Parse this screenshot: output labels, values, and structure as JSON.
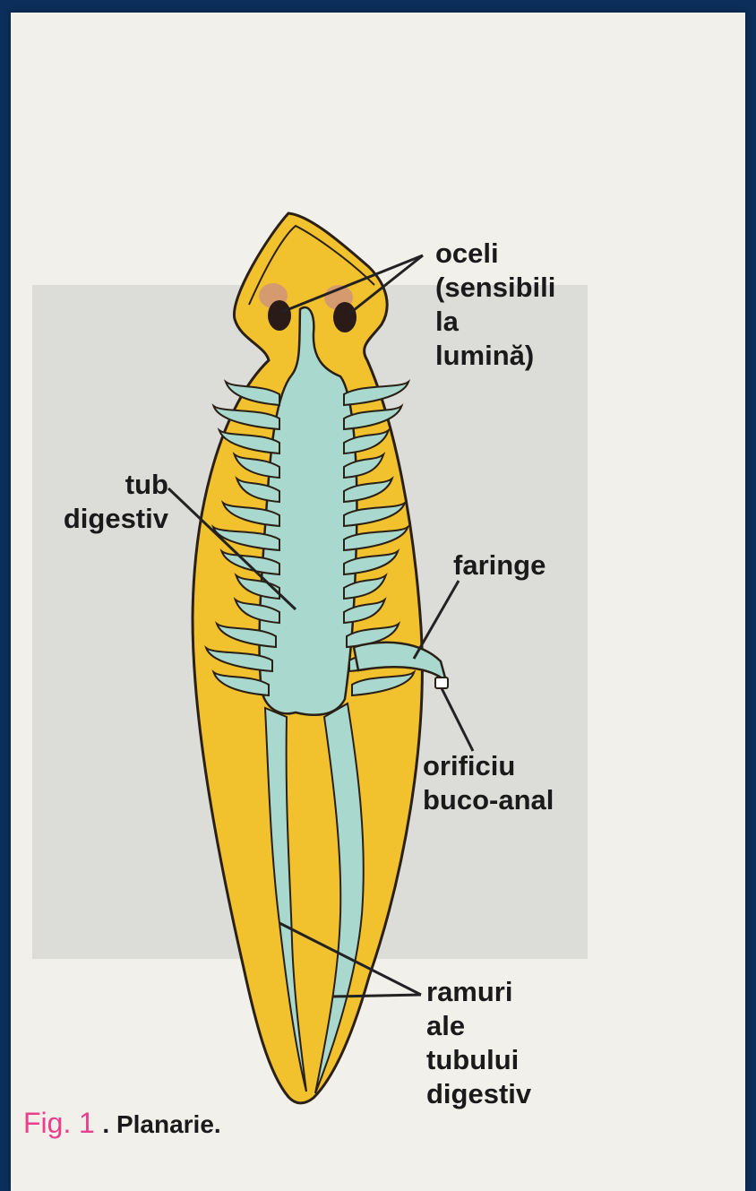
{
  "labels": {
    "oceli": "oceli\n(sensibili\nla\nlumină)",
    "tub": "tub\ndigestiv",
    "faringe": "faringe",
    "orificiu": "orificiu\nbuco-anal",
    "ramuri": "ramuri\nale\ntubului\ndigestiv"
  },
  "caption": {
    "fig": "Fig.",
    "num": "1",
    "title": ". Planarie."
  },
  "colors": {
    "body": "#f2c12e",
    "gut": "#a9d8cf",
    "outline": "#2a2015",
    "ocellus": "#2a1a18",
    "page": "#f1f0eb",
    "background": "#0b2e5a"
  }
}
